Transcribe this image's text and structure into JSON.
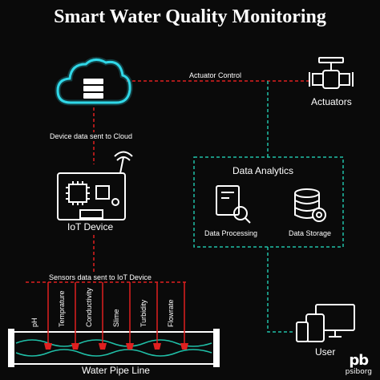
{
  "title": "Smart Water Quality Monitoring",
  "labels": {
    "actuator_control": "Actuator Control",
    "actuators": "Actuators",
    "device_to_cloud": "Device data sent to Cloud",
    "iot_device": "IoT Device",
    "data_analytics": "Data Analytics",
    "data_processing": "Data Processing",
    "data_storage": "Data Storage",
    "sensors_to_iot": "Sensors data sent to IoT Device",
    "user": "User",
    "water_pipe_line": "Water Pipe Line"
  },
  "sensors": [
    "pH",
    "Temprature",
    "Conductivity",
    "Slime",
    "Turbidity",
    "Flowrate"
  ],
  "brand": {
    "logo": "pb",
    "name": "psiborg"
  },
  "colors": {
    "background": "#0a0a0a",
    "red_link": "#e02020",
    "teal_link": "#20c0a8",
    "cloud_glow": "#30d8e8"
  },
  "icons": [
    "cloud-server-icon",
    "valve-icon",
    "iot-board-icon",
    "data-processing-icon",
    "data-storage-icon",
    "devices-icon",
    "pipe-icon",
    "sensor-probe-icon"
  ]
}
